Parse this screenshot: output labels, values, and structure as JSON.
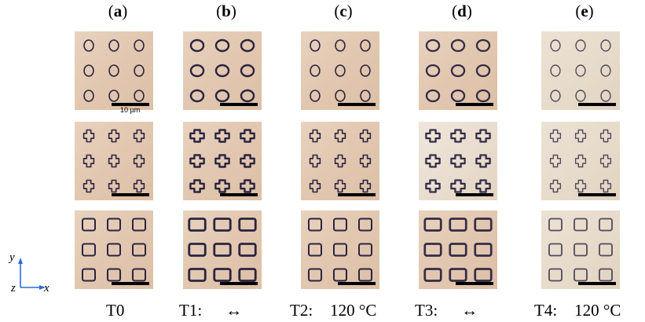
{
  "columns": [
    {
      "label": "a",
      "condition": "T0",
      "arrow": "",
      "temp": ""
    },
    {
      "label": "b",
      "condition": "T1:",
      "arrow": "↔",
      "temp": ""
    },
    {
      "label": "c",
      "condition": "T2:",
      "arrow": "",
      "temp": "120 °C"
    },
    {
      "label": "d",
      "condition": "T3:",
      "arrow": "↔",
      "temp": ""
    },
    {
      "label": "e",
      "condition": "T4:",
      "arrow": "",
      "temp": "120 °C"
    }
  ],
  "rows": [
    "circle",
    "cross",
    "square"
  ],
  "scale_text": "10 µm",
  "axes": {
    "y": "y",
    "z": "z",
    "x": "x"
  },
  "colors": {
    "substrate": "#e3c8b1",
    "outline": "#2a2440",
    "axis": "#2b6cd6"
  }
}
